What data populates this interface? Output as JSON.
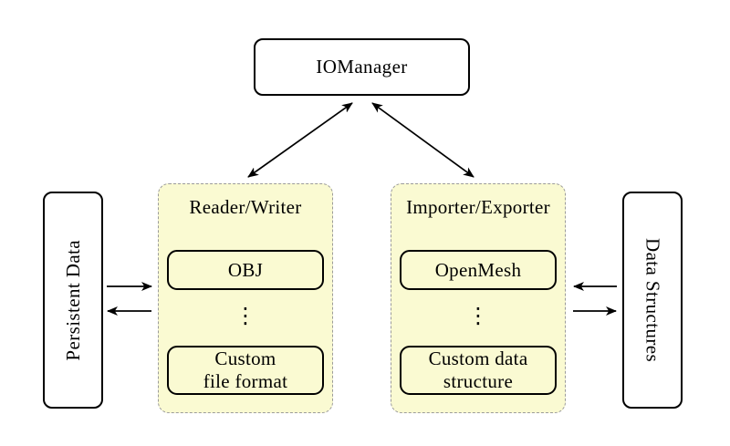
{
  "colors": {
    "canvas_bg": "#ffffff",
    "container_fill": "#fafad2",
    "container_border": "#9b9b9b",
    "node_border": "#000000",
    "text_color": "#000000"
  },
  "nodes": {
    "iomanager": {
      "label": "IOManager"
    },
    "persistent_data": {
      "label": "Persistent Data"
    },
    "data_structures": {
      "label": "Data Structures"
    },
    "reader_writer": {
      "title": "Reader/Writer",
      "items": [
        {
          "label": "OBJ"
        },
        {
          "label": "Custom\nfile format"
        }
      ],
      "ellipsis": "⋮"
    },
    "importer_exporter": {
      "title": "Importer/Exporter",
      "items": [
        {
          "label": "OpenMesh"
        },
        {
          "label": "Custom data\nstructure"
        }
      ],
      "ellipsis": "⋮"
    }
  }
}
